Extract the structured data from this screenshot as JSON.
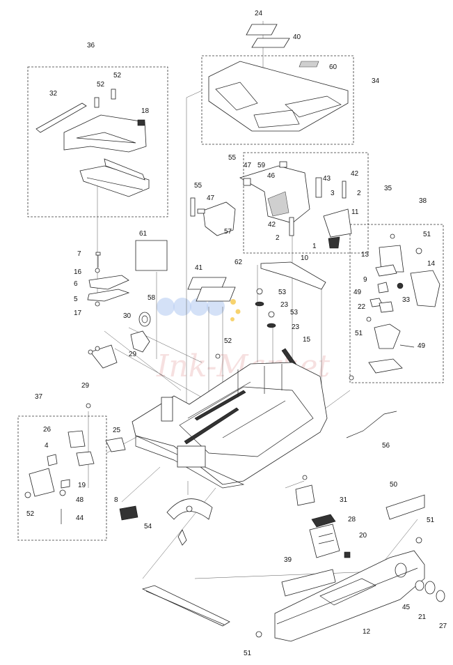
{
  "diagram": {
    "watermark": "Ink-Market",
    "watermark_dots_colors": [
      "#9bbcf0",
      "#f5c84a"
    ],
    "callouts": [
      "24",
      "40",
      "36",
      "52",
      "52",
      "32",
      "18",
      "60",
      "34",
      "55",
      "47",
      "59",
      "46",
      "43",
      "42",
      "3",
      "2",
      "35",
      "55",
      "47",
      "57",
      "11",
      "42",
      "2",
      "1",
      "38",
      "61",
      "7",
      "16",
      "6",
      "5",
      "17",
      "41",
      "62",
      "10",
      "53",
      "23",
      "53",
      "23",
      "58",
      "30",
      "13",
      "51",
      "14",
      "9",
      "33",
      "49",
      "22",
      "51",
      "49",
      "15",
      "52",
      "29",
      "29",
      "37",
      "26",
      "25",
      "4",
      "19",
      "48",
      "52",
      "44",
      "8",
      "54",
      "31",
      "28",
      "20",
      "39",
      "56",
      "50",
      "51",
      "45",
      "21",
      "27",
      "12",
      "51"
    ]
  }
}
